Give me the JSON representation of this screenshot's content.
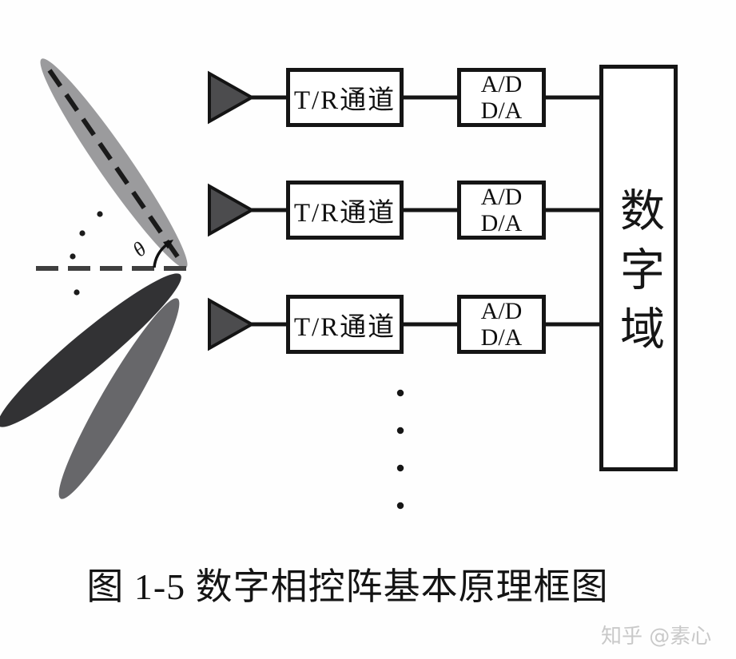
{
  "figure": {
    "caption": "图 1-5  数字相控阵基本原理框图",
    "watermark": "知乎 @素心"
  },
  "diagram": {
    "digital_domain_label": "数字域",
    "theta_label": "θ",
    "channels": [
      {
        "tr_label": "T/R通道",
        "ad_label": "A/D",
        "da_label": "D/A"
      },
      {
        "tr_label": "T/R通道",
        "ad_label": "A/D",
        "da_label": "D/A"
      },
      {
        "tr_label": "T/R通道",
        "ad_label": "A/D",
        "da_label": "D/A"
      }
    ],
    "colors": {
      "line": "#151515",
      "beam_light": "#9b9b9d",
      "beam_dark": "#323234",
      "beam_mid": "#67676a",
      "dashed_boresight": "#3f3f3f",
      "watermark": "#c9c9c9"
    }
  }
}
